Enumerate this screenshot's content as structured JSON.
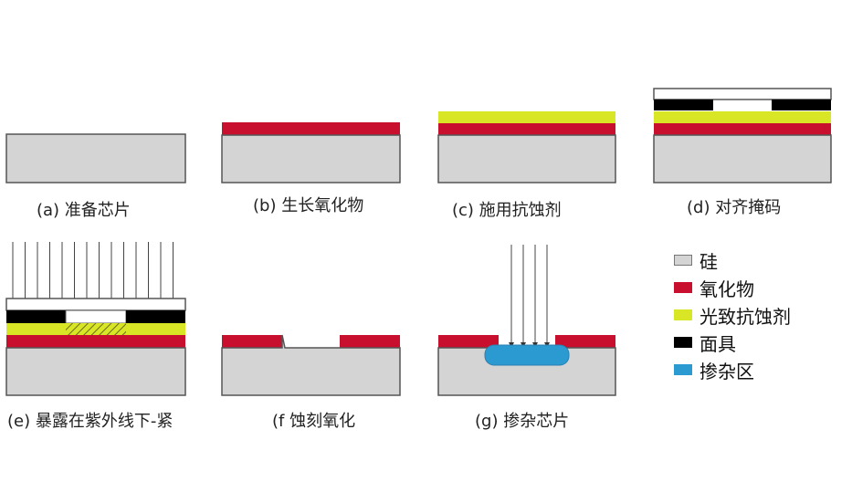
{
  "colors": {
    "silicon": "#d4d4d4",
    "oxide": "#c8102e",
    "photoresist": "#d8e625",
    "mask": "#000000",
    "doped": "#2b9ad0",
    "outline": "#555555"
  },
  "captions": {
    "a": "(a) 准备芯片",
    "b": "(b) 生长氧化物",
    "c": "(c) 施用抗蚀剂",
    "d": "(d) 对齐掩码",
    "e": "(e) 暴露在紫外线下-紧",
    "f": "(f 蚀刻氧化",
    "g": "(g) 掺杂芯片"
  },
  "legend": [
    {
      "label": "硅",
      "color": "#d4d4d4",
      "icon": "silicon-swatch"
    },
    {
      "label": "氧化物",
      "color": "#c8102e",
      "icon": "oxide-swatch"
    },
    {
      "label": "光致抗蚀剂",
      "color": "#d8e625",
      "icon": "photoresist-swatch"
    },
    {
      "label": "面具",
      "color": "#000000",
      "icon": "mask-swatch"
    },
    {
      "label": "掺杂区",
      "color": "#2b9ad0",
      "icon": "doped-region-swatch"
    }
  ]
}
